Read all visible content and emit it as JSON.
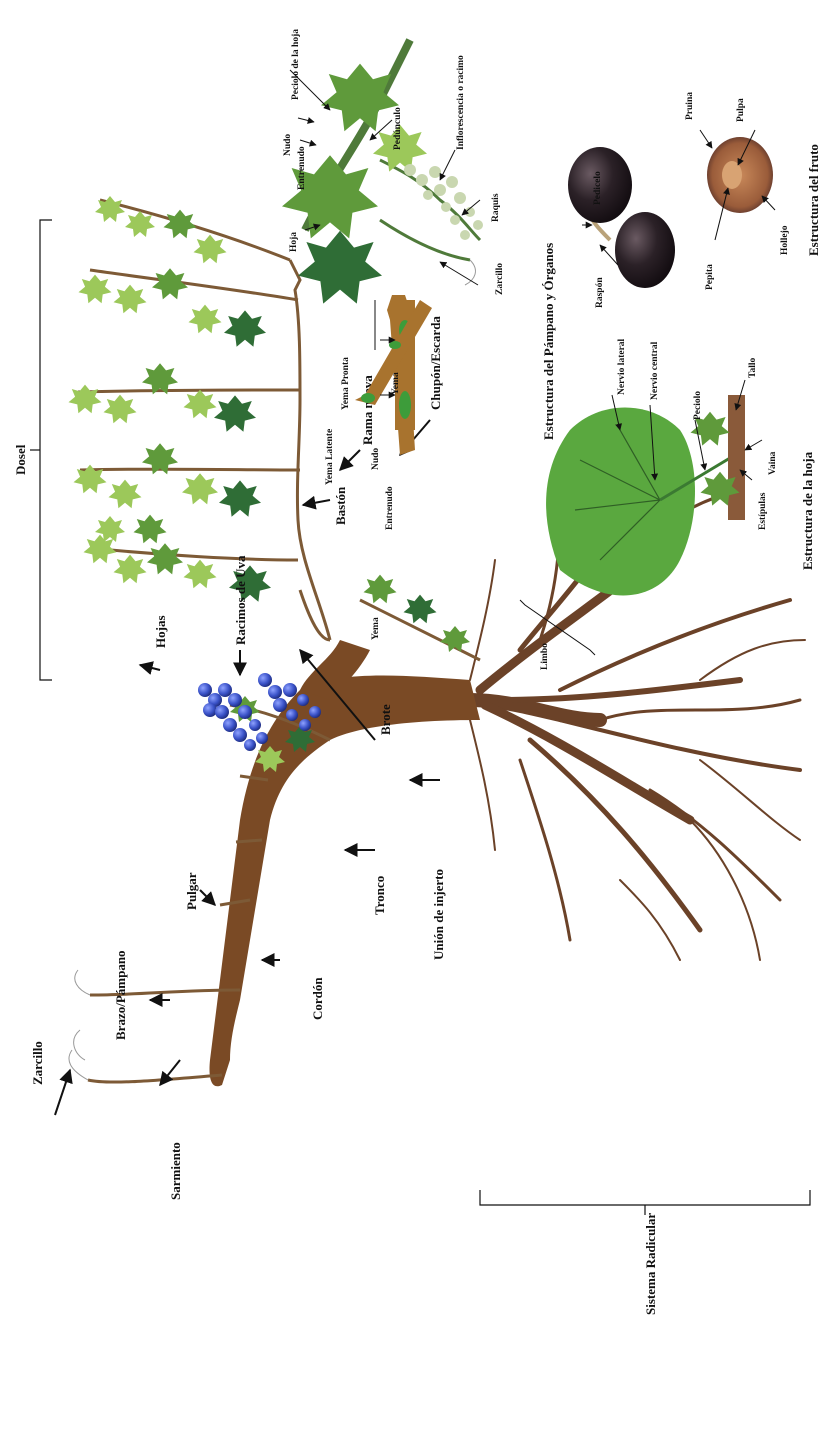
{
  "vine_labels": {
    "zarcillo": "Zarcillo",
    "sarmiento": "Sarmiento",
    "brazo": "Brazo/Pámpano",
    "pulgar": "Pulgar",
    "cordon": "Cordón",
    "tronco": "Tronco",
    "union": "Unión de injerto",
    "sistema": "Sistema Radicular",
    "dosel": "Dosel",
    "hojas": "Hojas",
    "racimos": "Racimos de Uva",
    "brote": "Brote",
    "baston": "Bastón",
    "rama": "Rama nueva",
    "chupon": "Chupón/Escarda"
  },
  "bud_labels": {
    "yema": "Yema",
    "nudo": "Nudo",
    "entrenudo": "Entrenudo",
    "yema_latente": "Yema Latente",
    "yema_pronta": "Yema Pronta",
    "yema2": "Yema"
  },
  "shoot_labels": {
    "title": "Estructura del Pámpano y Órganos",
    "hoja": "Hoja",
    "entrenudo": "Entrenudo",
    "nudo": "Nudo",
    "peciolo_hoja": "Peciolo de la hoja",
    "pedunculo": "Pedúnculo",
    "inflorescencia": "Inflorescencia o racimo",
    "raquis": "Raquis",
    "zarcillo": "Zarcillo"
  },
  "leaf_labels": {
    "title": "Estructura de la hoja",
    "limbo": "Limbo",
    "nervio_lateral": "Nervio lateral",
    "nervio_central": "Nervio central",
    "peciolo": "Peciolo",
    "tallo": "Tallo",
    "vaina": "Vaina",
    "estipulas": "Estípulas"
  },
  "fruit_labels": {
    "title": "Estructura del fruto",
    "pedicelo": "Pedicelo",
    "raspon": "Raspón",
    "pruina": "Pruina",
    "pulpa": "Pulpa",
    "pepita": "Pepita",
    "hollejo": "Hollejo"
  },
  "colors": {
    "wood": "#7a4a25",
    "root": "#6b4228",
    "leaf_light": "#9cc85a",
    "leaf_mid": "#5f9a3b",
    "leaf_dark": "#2f6d36",
    "grape": "#3a52c8",
    "berry_dark": "#2a1e22"
  }
}
